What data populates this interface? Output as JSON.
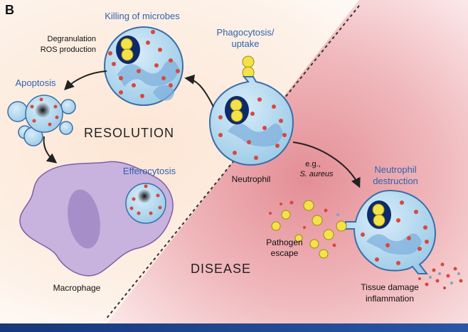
{
  "panel_letter": "B",
  "labels": {
    "killing": "Killing of microbes",
    "degranulation": "Degranulation",
    "ros": "ROS production",
    "phago_line1": "Phagocytosis/",
    "phago_line2": "uptake",
    "apoptosis": "Apoptosis",
    "resolution": "RESOLUTION",
    "efferocytosis": "Efferocytosis",
    "macrophage": "Macrophage",
    "neutrophil": "Neutrophil",
    "eg": "e.g.,",
    "saureus": "S. aureus",
    "destruction_line1": "Neutrophil",
    "destruction_line2": "destruction",
    "pathogen_line1": "Pathogen",
    "pathogen_line2": "escape",
    "disease": "DISEASE",
    "tissue_line1": "Tissue damage",
    "tissue_line2": "inflammation"
  },
  "colors": {
    "cell_blue": "#b9daf0",
    "cell_outline": "#3b6ea5",
    "granule_red": "#d9473b",
    "microbe_yellow": "#f4e24a",
    "label_blue": "#2f63b0",
    "disease_zone": "#e79a9f",
    "resolution_zone": "#fbe9dd",
    "macrophage": "#c7b3dd",
    "footer_bar": "#1c3f86"
  }
}
